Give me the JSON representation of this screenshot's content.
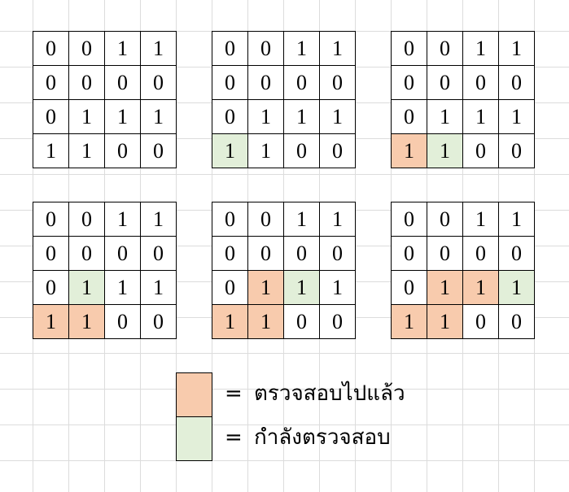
{
  "grids": [
    {
      "cells": [
        [
          "0",
          "0",
          "1",
          "1"
        ],
        [
          "0",
          "0",
          "0",
          "0"
        ],
        [
          "0",
          "1",
          "1",
          "1"
        ],
        [
          "1",
          "1",
          "0",
          "0"
        ]
      ],
      "states": [
        [
          "",
          "",
          "",
          ""
        ],
        [
          "",
          "",
          "",
          ""
        ],
        [
          "",
          "",
          "",
          ""
        ],
        [
          "",
          "",
          "",
          ""
        ]
      ]
    },
    {
      "cells": [
        [
          "0",
          "0",
          "1",
          "1"
        ],
        [
          "0",
          "0",
          "0",
          "0"
        ],
        [
          "0",
          "1",
          "1",
          "1"
        ],
        [
          "1",
          "1",
          "0",
          "0"
        ]
      ],
      "states": [
        [
          "",
          "",
          "",
          ""
        ],
        [
          "",
          "",
          "",
          ""
        ],
        [
          "",
          "",
          "",
          ""
        ],
        [
          "checking",
          "",
          "",
          ""
        ]
      ]
    },
    {
      "cells": [
        [
          "0",
          "0",
          "1",
          "1"
        ],
        [
          "0",
          "0",
          "0",
          "0"
        ],
        [
          "0",
          "1",
          "1",
          "1"
        ],
        [
          "1",
          "1",
          "0",
          "0"
        ]
      ],
      "states": [
        [
          "",
          "",
          "",
          ""
        ],
        [
          "",
          "",
          "",
          ""
        ],
        [
          "",
          "",
          "",
          ""
        ],
        [
          "checked",
          "checking",
          "",
          ""
        ]
      ]
    },
    {
      "cells": [
        [
          "0",
          "0",
          "1",
          "1"
        ],
        [
          "0",
          "0",
          "0",
          "0"
        ],
        [
          "0",
          "1",
          "1",
          "1"
        ],
        [
          "1",
          "1",
          "0",
          "0"
        ]
      ],
      "states": [
        [
          "",
          "",
          "",
          ""
        ],
        [
          "",
          "",
          "",
          ""
        ],
        [
          "",
          "checking",
          "",
          ""
        ],
        [
          "checked",
          "checked",
          "",
          ""
        ]
      ]
    },
    {
      "cells": [
        [
          "0",
          "0",
          "1",
          "1"
        ],
        [
          "0",
          "0",
          "0",
          "0"
        ],
        [
          "0",
          "1",
          "1",
          "1"
        ],
        [
          "1",
          "1",
          "0",
          "0"
        ]
      ],
      "states": [
        [
          "",
          "",
          "",
          ""
        ],
        [
          "",
          "",
          "",
          ""
        ],
        [
          "",
          "checked",
          "checking",
          ""
        ],
        [
          "checked",
          "checked",
          "",
          ""
        ]
      ]
    },
    {
      "cells": [
        [
          "0",
          "0",
          "1",
          "1"
        ],
        [
          "0",
          "0",
          "0",
          "0"
        ],
        [
          "0",
          "1",
          "1",
          "1"
        ],
        [
          "1",
          "1",
          "0",
          "0"
        ]
      ],
      "states": [
        [
          "",
          "",
          "",
          ""
        ],
        [
          "",
          "",
          "",
          ""
        ],
        [
          "",
          "checked",
          "checked",
          "checking"
        ],
        [
          "checked",
          "checked",
          "",
          ""
        ]
      ]
    }
  ],
  "legend": {
    "checked": {
      "symbol": "=",
      "label": "ตรวจสอบไปแล้ว",
      "color": "#f8cbad"
    },
    "checking": {
      "symbol": "=",
      "label": "กำลังตรวจสอบ",
      "color": "#e2efd9"
    }
  }
}
